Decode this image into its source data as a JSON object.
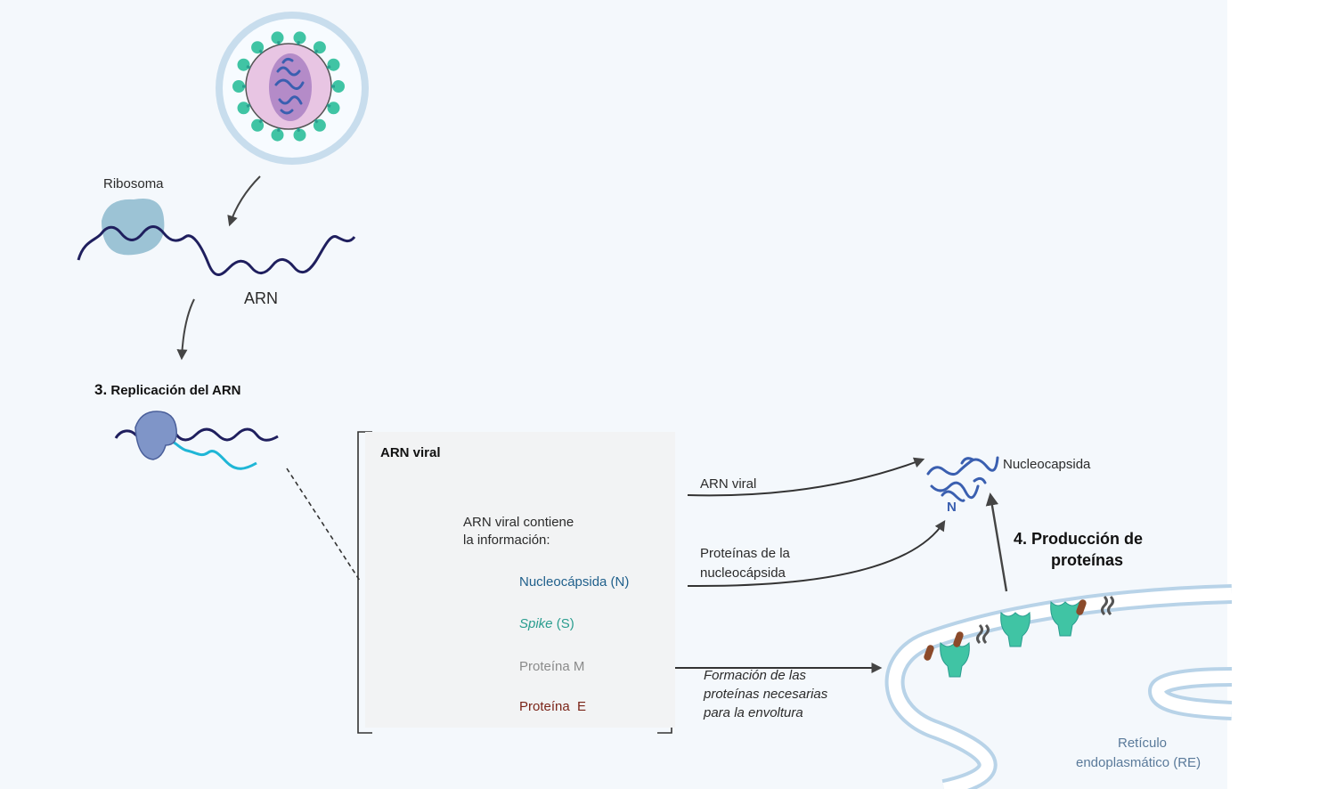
{
  "virus": {
    "label_ribosome": "Ribosoma",
    "label_rna": "ARN"
  },
  "step3": {
    "number": "3.",
    "title": "Replicación del ARN"
  },
  "info_box": {
    "title": "ARN viral",
    "contains_line1": "ARN viral contiene",
    "contains_line2": "la información:",
    "genes": [
      {
        "name": "Nucleocápsida (N)",
        "color": "#1f5f8b"
      },
      {
        "name_italic": "Spike",
        "name_suffix": " (S)",
        "color": "#2a9d8f"
      },
      {
        "name": "Proteína M",
        "color": "#8a8a8a"
      },
      {
        "name": "Proteína  E",
        "color": "#7a2418"
      }
    ]
  },
  "arrows": {
    "viral_rna": "ARN viral",
    "nucleocapsid_proteins_line1": "Proteínas de la",
    "nucleocapsid_proteins_line2": "nucleocápsida",
    "envelope_line1": "Formación de las",
    "envelope_line2": "proteínas necesarias",
    "envelope_line3": "para la envoltura"
  },
  "nucleocapsid": {
    "label": "Nucleocapsida",
    "letter": "N"
  },
  "step4": {
    "line1": "4. Producción de",
    "line2": "proteínas"
  },
  "er": {
    "line1": "Retículo",
    "line2": "endoplasmático (RE)"
  },
  "colors": {
    "background": "#f4f8fc",
    "rna_dark": "#1f1f5e",
    "rna_light": "#1fb6d6",
    "ribosome": "#9cc3d5",
    "polymerase": "#7f95c8",
    "nucleocapsid_blue": "#3a5fb0",
    "spike_teal": "#40c4a4",
    "membrane": "#b8d3e8",
    "arrow": "#444444"
  }
}
